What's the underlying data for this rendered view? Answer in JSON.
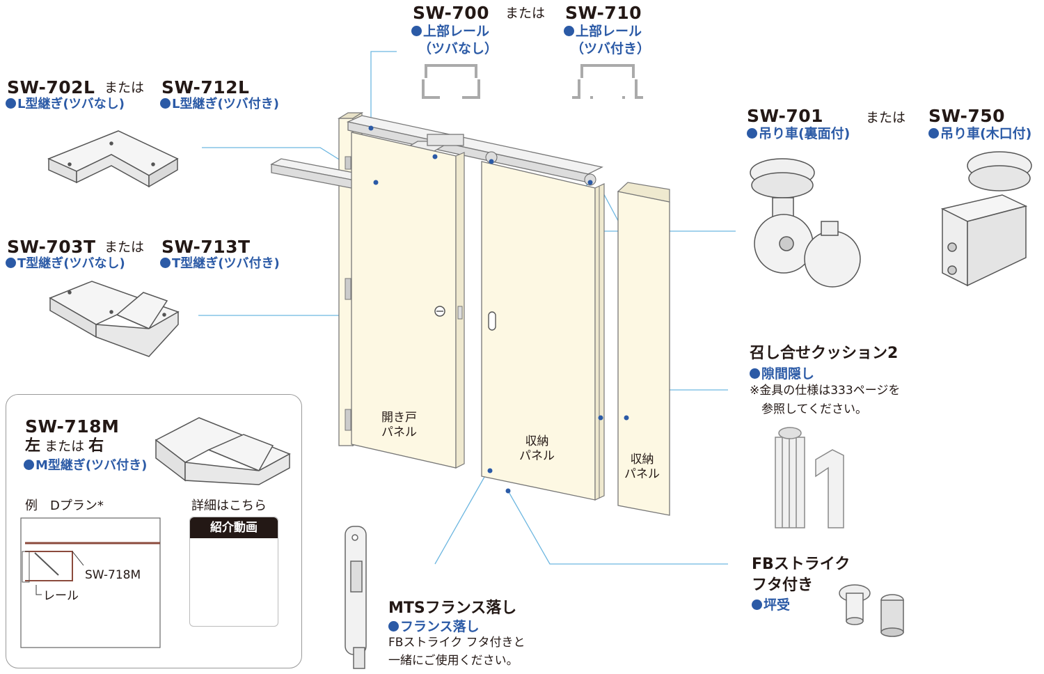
{
  "top_rail": {
    "code_a": "SW-700",
    "or": "または",
    "code_b": "SW-710",
    "name_a": "上部レール",
    "sub_a": "（ツバなし）",
    "name_b": "上部レール",
    "sub_b": "（ツバ付き）"
  },
  "l_joint": {
    "code_a": "SW-702L",
    "or": "または",
    "code_b": "SW-712L",
    "name_a": "L型継ぎ(ツバなし)",
    "name_b": "L型継ぎ(ツバ付き)"
  },
  "t_joint": {
    "code_a": "SW-703T",
    "or": "または",
    "code_b": "SW-713T",
    "name_a": "T型継ぎ(ツバなし)",
    "name_b": "T型継ぎ(ツバ付き)"
  },
  "hanger": {
    "code_a": "SW-701",
    "or": "または",
    "code_b": "SW-750",
    "name_a": "吊り車(裏面付)",
    "name_b": "吊り車(木口付)"
  },
  "cushion": {
    "title": "召し合せクッション2",
    "name": "隙間隠し",
    "note_line1": "※金具の仕様は333ページを",
    "note_line2": "参照してください。"
  },
  "fb_strike": {
    "title_line1": "FBストライク",
    "title_line2": "フタ付き",
    "name": "坪受"
  },
  "flange": {
    "title": "MTSフランス落し",
    "name": "フランス落し",
    "note_line1": "FBストライク フタ付きと",
    "note_line2": "一緒にご使用ください。"
  },
  "m_joint": {
    "code": "SW-718M",
    "left": "左",
    "or": "または",
    "right": "右",
    "name": "M型継ぎ(ツバ付き)",
    "example_label": "例　Dプラン*",
    "plan_code": "SW-718M",
    "plan_rail": "レール",
    "detail_label": "詳細はこちら",
    "video_label": "紹介動画"
  },
  "panels": {
    "door_line1": "開き戸",
    "door_line2": "パネル",
    "storage_line1": "収納",
    "storage_line2": "パネル",
    "storage2_line1": "収納",
    "storage2_line2": "パネル"
  },
  "colors": {
    "accent_blue": "#2b5aa6",
    "leader_line": "#6cb6e0",
    "panel_fill": "#fdf8e3",
    "plan_brown": "#8b4a3c"
  }
}
